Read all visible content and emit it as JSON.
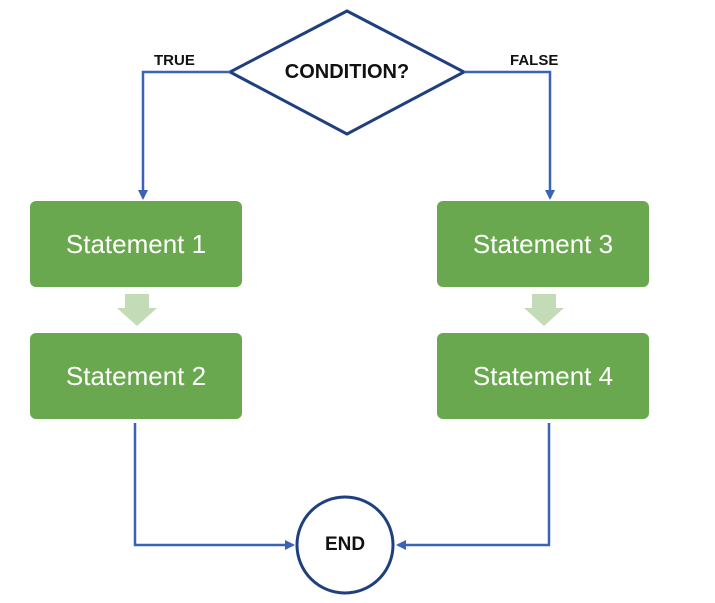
{
  "diagram": {
    "decision": {
      "label": "CONDITION?"
    },
    "branches": {
      "true_label": "TRUE",
      "false_label": "FALSE"
    },
    "statements": [
      {
        "label": "Statement 1"
      },
      {
        "label": "Statement 2"
      },
      {
        "label": "Statement 3"
      },
      {
        "label": "Statement 4"
      }
    ],
    "end": {
      "label": "END"
    },
    "colors": {
      "box_fill": "#6aa84f",
      "connector": "#3a63b5",
      "block_arrow": "#c3dcb7",
      "shape_stroke": "#1f3f7f"
    }
  }
}
